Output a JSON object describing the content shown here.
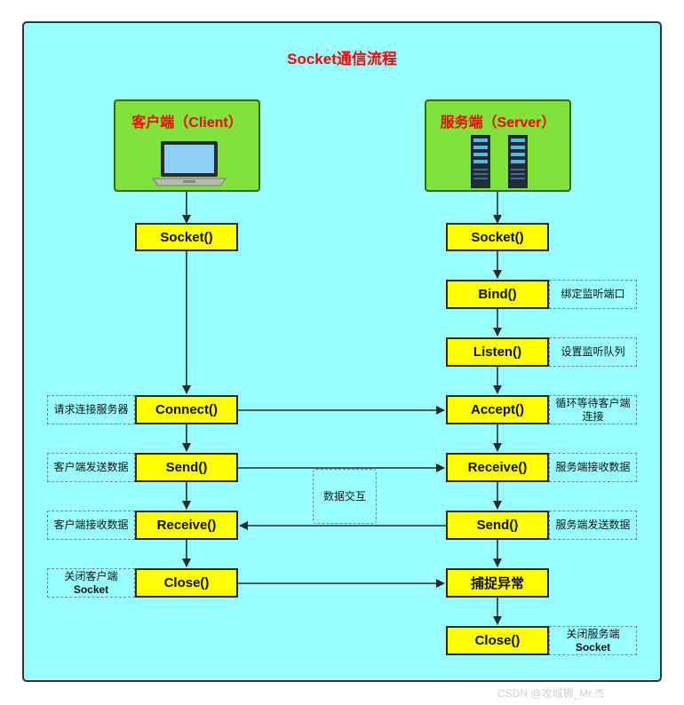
{
  "title": "Socket通信流程",
  "client": {
    "label": "客户端（Client）",
    "steps": [
      "Socket()",
      "Connect()",
      "Send()",
      "Receive()",
      "Close()"
    ],
    "notes": {
      "connect": "请求连接服务器",
      "send": "客户端发送数据",
      "receive": "客户端接收数据",
      "close_line1": "关闭客户端",
      "close_line2": "Socket"
    }
  },
  "server": {
    "label": "服务端（Server）",
    "steps": [
      "Socket()",
      "Bind()",
      "Listen()",
      "Accept()",
      "Receive()",
      "Send()",
      "捕捉异常",
      "Close()"
    ],
    "notes": {
      "bind": "绑定监听端口",
      "listen": "设置监听队列",
      "accept_line1": "循环等待客户端",
      "accept_line2": "连接",
      "receive": "服务端接收数据",
      "send": "服务端发送数据",
      "close_line1": "关闭服务端",
      "close_line2": "Socket"
    }
  },
  "exchange_note": "数据交互",
  "watermark": "CSDN @攻城狮_Mr.杰",
  "colors": {
    "background": "#99FFFF",
    "role_box": "#80E23B",
    "step_box": "#FFFF00",
    "title": "#FF0000"
  }
}
